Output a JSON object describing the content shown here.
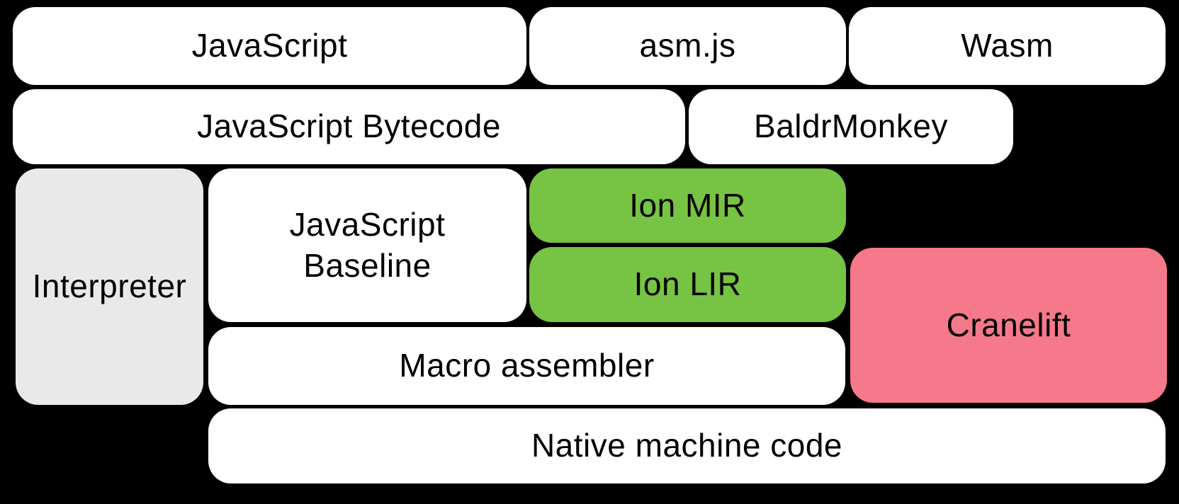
{
  "background": "#000000",
  "colors": {
    "box_white": "#ffffff",
    "box_gray": "#e9e9e9",
    "box_green": "#77c344",
    "box_pink": "#f5798a",
    "text": "#000000"
  },
  "boxes": {
    "javascript": {
      "label": "JavaScript",
      "color": "#ffffff"
    },
    "asmjs": {
      "label": "asm.js",
      "color": "#ffffff"
    },
    "wasm": {
      "label": "Wasm",
      "color": "#ffffff"
    },
    "bytecode": {
      "label": "JavaScript Bytecode",
      "color": "#ffffff"
    },
    "baldrmonkey": {
      "label": "BaldrMonkey",
      "color": "#ffffff"
    },
    "interpreter": {
      "label": "Interpreter",
      "color": "#e9e9e9"
    },
    "baseline": {
      "label": "JavaScript Baseline",
      "color": "#ffffff"
    },
    "ion_mir": {
      "label": "Ion MIR",
      "color": "#77c344"
    },
    "ion_lir": {
      "label": "Ion LIR",
      "color": "#77c344"
    },
    "cranelift": {
      "label": "Cranelift",
      "color": "#f5798a"
    },
    "macro_assembler": {
      "label": "Macro assembler",
      "color": "#ffffff"
    },
    "native": {
      "label": "Native machine code",
      "color": "#ffffff"
    }
  }
}
